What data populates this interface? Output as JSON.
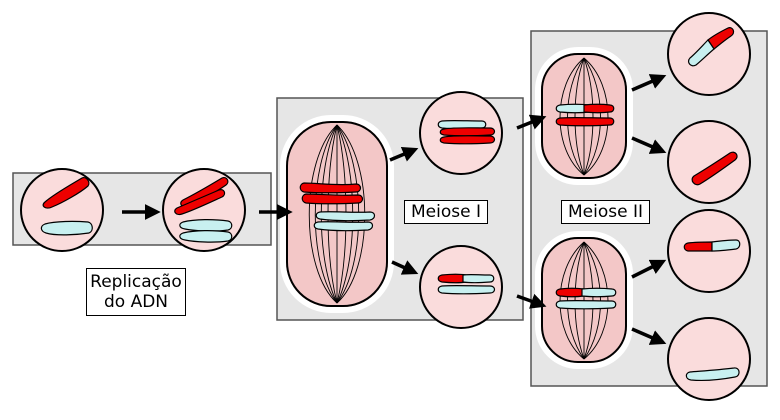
{
  "labels": {
    "replication_line1": "Replicação",
    "replication_line2": "do ADN",
    "meiosis_1": "Meiose I",
    "meiosis_2": "Meiose II"
  },
  "colors": {
    "panel": "#e6e6e6",
    "cell": "#fadcdc",
    "spindle_cell": "#f3c7c7",
    "chromosome_red": "#ee0000",
    "chromosome_blue": "#c8f0f0",
    "outline": "#000000"
  },
  "icons": [
    "arrow-right-icon",
    "cell-icon",
    "spindle-icon",
    "chromosome-icon"
  ]
}
